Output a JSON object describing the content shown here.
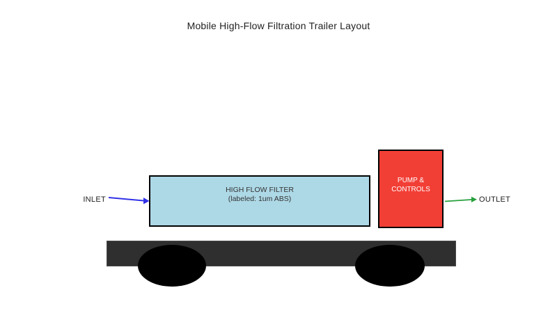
{
  "title": "Mobile High-Flow Filtration Trailer Layout",
  "diagram": {
    "filter_box": {
      "line1": "HIGH FLOW FILTER",
      "line2": "(labeled: 1um ABS)"
    },
    "pump_box": {
      "line1": "PUMP &",
      "line2": "CONTROLS"
    },
    "inlet_label": "INLET",
    "outlet_label": "OUTLET"
  },
  "colors": {
    "filter_fill": "#ADD8E6",
    "pump_fill": "#F23F36",
    "bed_fill": "#2F2F2F",
    "wheel_fill": "#000000",
    "inlet_arrow": "#3232E8",
    "outlet_arrow": "#27A03C",
    "text": "#212121"
  }
}
